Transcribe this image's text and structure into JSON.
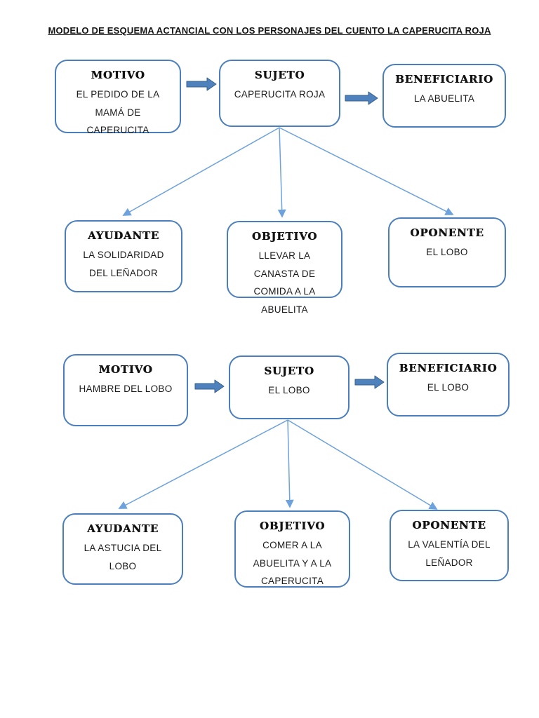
{
  "page": {
    "title": "MODELO DE ESQUEMA ACTANCIAL CON LOS PERSONAJES DEL CUENTO LA CAPERUCITA ROJA"
  },
  "colors": {
    "box_border": "#4a7ebd",
    "block_arrow_fill": "#4f81bd",
    "block_arrow_stroke": "#35618e",
    "connector": "#6da2dc",
    "text": "#1c1c1c"
  },
  "diagrams": [
    {
      "id": "esquema-caperucita",
      "motivo": {
        "label": "MOTIVO",
        "text": "EL PEDIDO DE LA MAMÁ DE CAPERUCITA"
      },
      "sujeto": {
        "label": "SUJETO",
        "text": "CAPERUCITA ROJA"
      },
      "beneficiario": {
        "label": "BENEFICIARIO",
        "text": "LA ABUELITA"
      },
      "ayudante": {
        "label": "AYUDANTE",
        "text": "LA SOLIDARIDAD DEL LEÑADOR"
      },
      "objetivo": {
        "label": "OBJETIVO",
        "text": "LLEVAR LA CANASTA DE COMIDA A LA ABUELITA"
      },
      "oponente": {
        "label": "OPONENTE",
        "text": "EL LOBO"
      }
    },
    {
      "id": "esquema-lobo",
      "motivo": {
        "label": "MOTIVO",
        "text": "HAMBRE DEL LOBO"
      },
      "sujeto": {
        "label": "SUJETO",
        "text": "EL LOBO"
      },
      "beneficiario": {
        "label": "BENEFICIARIO",
        "text": "EL LOBO"
      },
      "ayudante": {
        "label": "AYUDANTE",
        "text": "LA ASTUCIA DEL LOBO"
      },
      "objetivo": {
        "label": "OBJETIVO",
        "text": "COMER A LA ABUELITA Y A LA CAPERUCITA"
      },
      "oponente": {
        "label": "OPONENTE",
        "text": "LA VALENTÍA DEL LEÑADOR"
      }
    }
  ]
}
